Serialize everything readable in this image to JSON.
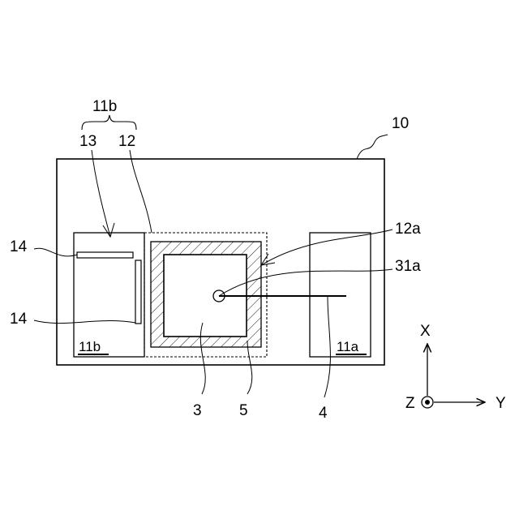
{
  "labels": {
    "ref_10": "10",
    "ref_11b_group": "11b",
    "ref_13": "13",
    "ref_12": "12",
    "ref_14_upper": "14",
    "ref_14_lower": "14",
    "ref_12a": "12a",
    "ref_31a": "31a",
    "ref_3": "3",
    "ref_5": "5",
    "ref_4": "4",
    "inside_11b": "11b",
    "inside_11a": "11a"
  },
  "axes": {
    "x": "X",
    "y": "Y",
    "z": "Z"
  },
  "colors": {
    "line": "#000000",
    "background": "#ffffff"
  }
}
